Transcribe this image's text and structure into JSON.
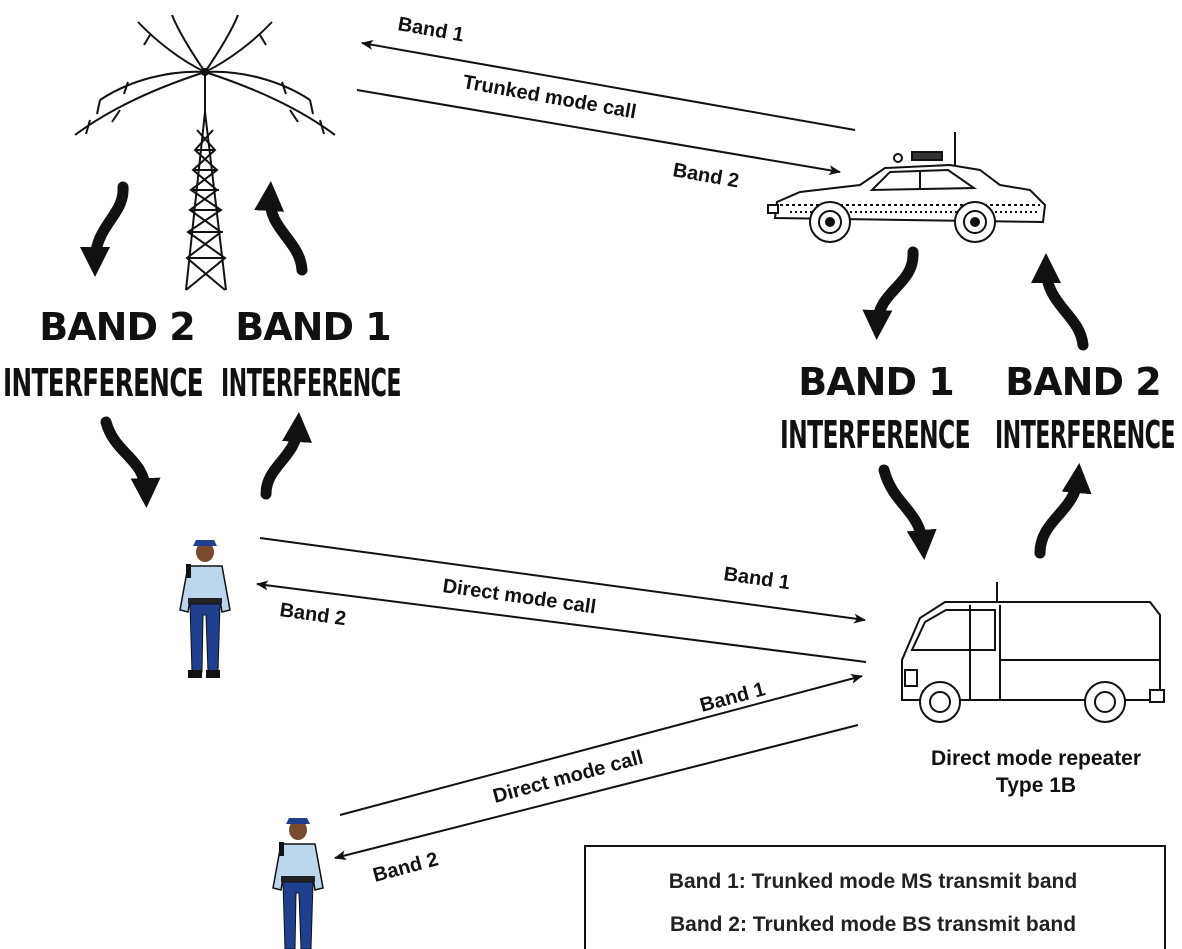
{
  "links": {
    "trunked_band1": "Band 1",
    "trunked_call": "Trunked mode call",
    "trunked_band2": "Band 2",
    "direct_upper_band1": "Band 1",
    "direct_upper_call": "Direct mode call",
    "direct_upper_band2": "Band 2",
    "direct_lower_band1": "Band 1",
    "direct_lower_call": "Direct mode call",
    "direct_lower_band2": "Band 2"
  },
  "interference": {
    "left_band2": {
      "band": "BAND 2",
      "word": "INTERFERENCE"
    },
    "left_band1": {
      "band": "BAND 1",
      "word": "INTERFERENCE"
    },
    "right_band1": {
      "band": "BAND 1",
      "word": "INTERFERENCE"
    },
    "right_band2": {
      "band": "BAND 2",
      "word": "INTERFERENCE"
    }
  },
  "repeater_caption": {
    "line1": "Direct mode repeater",
    "line2": "Type 1B"
  },
  "legend": {
    "band1": "Band 1: Trunked mode MS transmit band",
    "band2": "Band 2: Trunked mode BS transmit band"
  },
  "colors": {
    "ink": "#111111",
    "uniform_shirt": "#bcd6ee",
    "uniform_trousers": "#1f3f8f",
    "skin": "#7a4a2e"
  }
}
